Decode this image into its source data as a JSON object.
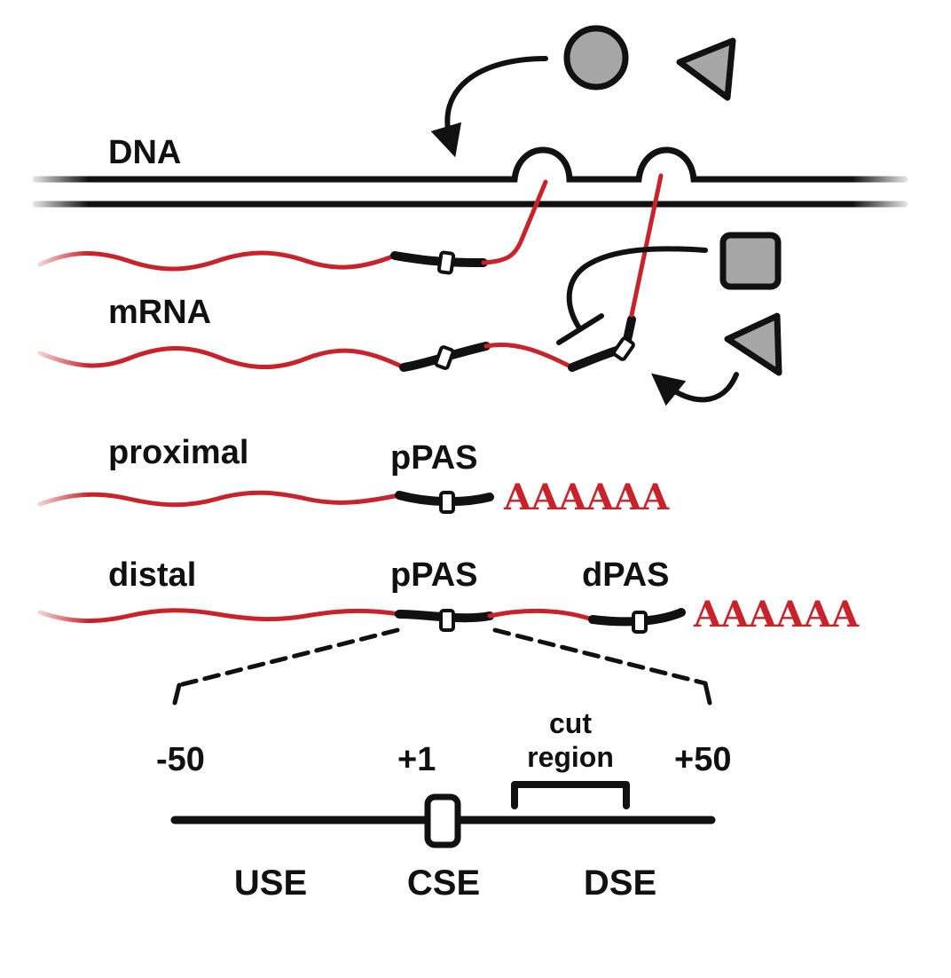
{
  "labels": {
    "dna": "DNA",
    "mrna": "mRNA",
    "proximal": "proximal",
    "distal": "distal",
    "ppas_proximal": "pPAS",
    "ppas_distal": "pPAS",
    "dpas": "dPAS",
    "polya_proximal": "AAAAAA",
    "polya_distal": "AAAAAA",
    "pos_minus50": "-50",
    "pos_plus1": "+1",
    "pos_plus50": "+50",
    "cut_line1": "cut",
    "cut_line2": "region",
    "use": "USE",
    "cse": "CSE",
    "dse": "DSE"
  },
  "colors": {
    "rna": "#c8232b",
    "ink": "#111111",
    "factor_fill": "#a6a6a6",
    "background": "#ffffff"
  }
}
